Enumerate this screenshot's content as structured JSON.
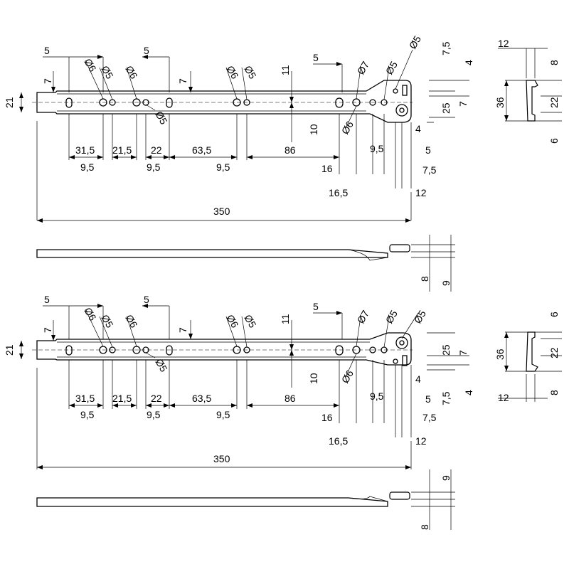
{
  "top_view": {
    "hole_spacing_top": [
      "5",
      "5",
      "5"
    ],
    "hole_diameters": [
      "Ø6",
      "Ø5",
      "Ø6",
      "Ø6",
      "Ø5",
      "Ø7",
      "Ø5",
      "Ø5",
      "Ø6",
      "Ø5"
    ],
    "heights": [
      "7",
      "7",
      "11",
      "10"
    ],
    "overall_height": "21",
    "right_end": [
      "7,5",
      "4",
      "25",
      "7",
      "4",
      "5",
      "7,5",
      "12"
    ],
    "dims_row1": [
      "31,5",
      "21,5",
      "22",
      "63,5",
      "86",
      "9,5"
    ],
    "dims_row2": [
      "9,5",
      "9,5",
      "9,5",
      "16"
    ],
    "dims_row3": [
      "16,5"
    ],
    "length": "350"
  },
  "end_view_top": {
    "width": "12",
    "height": "36",
    "dims": [
      "8",
      "22",
      "6"
    ]
  },
  "side_view_top": {
    "dims": [
      "8",
      "9"
    ]
  },
  "bottom_view": {
    "hole_spacing_top": [
      "5",
      "5",
      "5"
    ],
    "hole_diameters": [
      "Ø6",
      "Ø5",
      "Ø6",
      "Ø6",
      "Ø5",
      "Ø7",
      "Ø5",
      "Ø5",
      "Ø6",
      "Ø5"
    ],
    "heights": [
      "7",
      "7",
      "11",
      "10"
    ],
    "overall_height": "21",
    "right_end": [
      "25",
      "7",
      "4",
      "7,5",
      "5",
      "7,5",
      "12",
      "4"
    ],
    "dims_row1": [
      "31,5",
      "21,5",
      "22",
      "63,5",
      "86",
      "9,5"
    ],
    "dims_row2": [
      "9,5",
      "9,5",
      "9,5",
      "16"
    ],
    "dims_row3": [
      "16,5"
    ],
    "length": "350"
  },
  "end_view_bottom": {
    "width": "12",
    "height": "36",
    "dims": [
      "6",
      "22",
      "8"
    ]
  },
  "side_view_bottom": {
    "dims": [
      "9",
      "8"
    ]
  }
}
